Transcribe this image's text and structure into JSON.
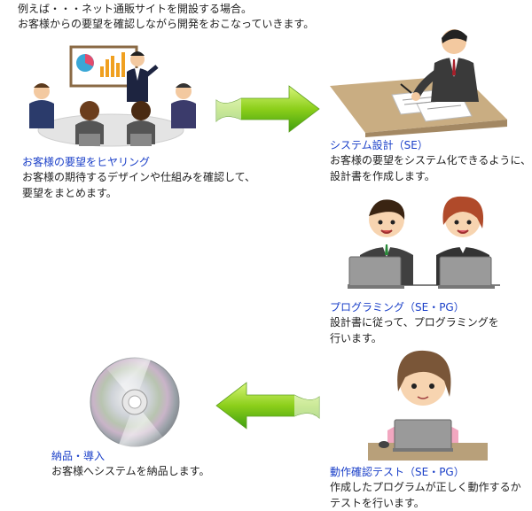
{
  "intro": {
    "line1": "例えば・・・ネット通販サイトを開設する場合。",
    "line2": "お客様からの要望を確認しながら開発をおこなっていきます。"
  },
  "steps": [
    {
      "title": "お客様の要望をヒヤリング",
      "desc_line1": "お客様の期待するデザインや仕組みを確認して、",
      "desc_line2": "要望をまとめます。"
    },
    {
      "title": "システム設計（SE）",
      "desc_line1": "お客様の要望をシステム化できるように、",
      "desc_line2": "設計書を作成します。"
    },
    {
      "title": "プログラミング（SE・PG）",
      "desc_line1": "設計書に従って、プログラミングを",
      "desc_line2": "行います。"
    },
    {
      "title": "動作確認テスト（SE・PG）",
      "desc_line1": "作成したプログラムが正しく動作するか",
      "desc_line2": "テストを行います。"
    },
    {
      "title": "納品・導入",
      "desc_line1": "お客様へシステムを納品します。",
      "desc_line2": ""
    }
  ],
  "colors": {
    "title_blue": "#1a3fc8",
    "arrow_green": "#8ccf1a",
    "arrow_dark": "#3f9f10"
  }
}
